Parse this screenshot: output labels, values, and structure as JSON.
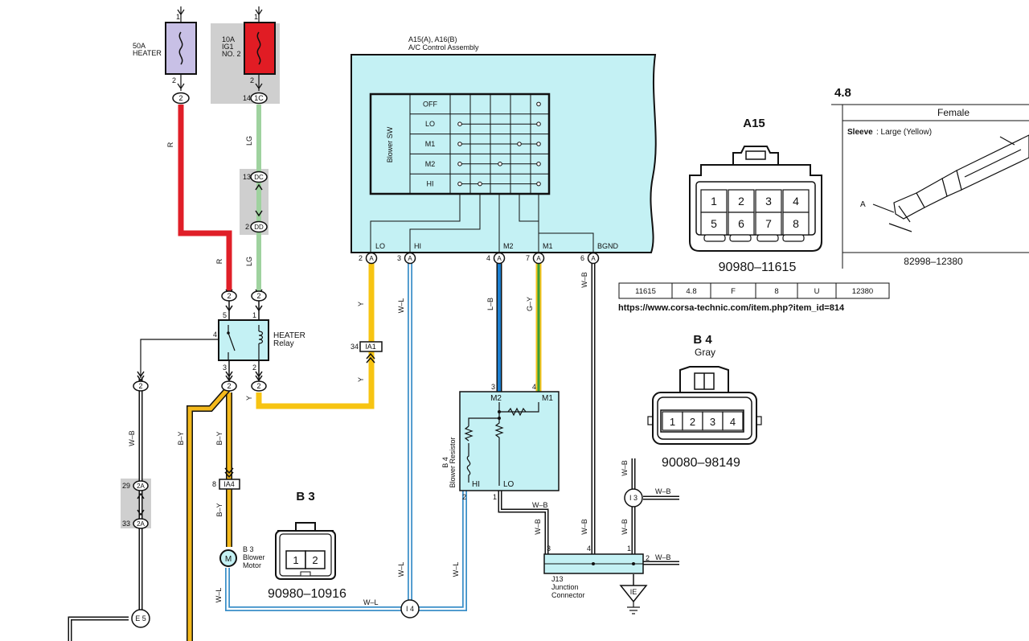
{
  "fuses": {
    "heater": {
      "label_line1": "50A",
      "label_line2": "HEATER",
      "pin_top": "1",
      "pin_bottom": "2",
      "conn": "2"
    },
    "ig1": {
      "label_line1": "10A",
      "label_line2": "IG1",
      "label_line3": "NO. 2",
      "pin_top": "1",
      "pin_bottom": "2",
      "conn": "1C",
      "conn_pin": "14"
    }
  },
  "wires": {
    "r1": "R",
    "r2": "R",
    "lg1": "LG",
    "lg2": "LG",
    "y1": "Y",
    "y2": "Y",
    "y3": "Y",
    "wl1": "W–L",
    "wl2": "W–L",
    "wl3": "W–L",
    "wl4": "W–L",
    "wl5": "W–L",
    "lb": "L–B",
    "gy": "G–Y",
    "wb1": "W–B",
    "wb2": "W–B",
    "wb3": "W–B",
    "wb4": "W–B",
    "wb5": "W–B",
    "wb6": "W–B",
    "wb7": "W–B",
    "wb8": "W–B",
    "wb9": "W–B",
    "by1": "B–Y",
    "by2": "B–Y",
    "by3": "B–Y"
  },
  "connectors": {
    "dc_pin": "13",
    "dc": "DC",
    "dd_pin": "2",
    "dd": "DD",
    "ia1_pin": "34",
    "ia1": "IA1",
    "ia4_pin": "8",
    "ia4": "IA4",
    "c2a_top_pin": "29",
    "c2a_bot_pin": "33",
    "c2a": "2A",
    "relay_in_r": "2",
    "relay_in_lg": "2",
    "relay_out_a": "2",
    "relay_out_b": "2",
    "left_conn": "2"
  },
  "ac_control": {
    "title_line1": "A15(A), A16(B)",
    "title_line2": "A/C Control Assembly",
    "switch_label": "Blower SW",
    "rows": [
      "OFF",
      "LO",
      "M1",
      "M2",
      "HI"
    ],
    "terminals": [
      {
        "pin": "2",
        "conn": "A",
        "name": "LO"
      },
      {
        "pin": "3",
        "conn": "A",
        "name": "HI"
      },
      {
        "pin": "4",
        "conn": "A",
        "name": "M2"
      },
      {
        "pin": "7",
        "conn": "A",
        "name": "M1"
      },
      {
        "pin": "6",
        "conn": "A",
        "name": "BGND"
      }
    ]
  },
  "relay": {
    "label_line1": "HEATER",
    "label_line2": "Relay",
    "pins": [
      "5",
      "1",
      "4",
      "3",
      "2"
    ]
  },
  "resistor": {
    "label_line1": "B 4",
    "label_line2": "Blower Resistor",
    "terms": [
      "M2",
      "M1",
      "HI",
      "LO"
    ],
    "pins": [
      "3",
      "4",
      "2",
      "1"
    ]
  },
  "motor": {
    "symbol": "M",
    "label_line1": "B 3",
    "label_line2": "Blower",
    "label_line3": "Motor"
  },
  "junction": {
    "name": "J13",
    "label_line1": "Junction",
    "label_line2": "Connector",
    "pins": [
      "3",
      "4",
      "1",
      "2"
    ]
  },
  "nodes": {
    "i3": "I 3",
    "i4": "I 4",
    "e5": "E 5",
    "ie": "IE"
  },
  "connector_a15": {
    "title": "A15",
    "pins_top": [
      "1",
      "2",
      "3",
      "4"
    ],
    "pins_bottom": [
      "5",
      "6",
      "7",
      "8"
    ],
    "part_number": "90980–11615"
  },
  "connector_b4": {
    "title": "B 4",
    "subtitle": "Gray",
    "pins": [
      "1",
      "2",
      "3",
      "4"
    ],
    "part_number": "90080–98149"
  },
  "connector_b3": {
    "title": "B 3",
    "pins": [
      "1",
      "2"
    ],
    "part_number": "90980–10916"
  },
  "terminal_info": {
    "size": "4.8",
    "header": "Female",
    "sleeve_label": "Sleeve",
    "sleeve_value": ": Large (Yellow)",
    "dim_label": "A",
    "part_number": "82998–12380"
  },
  "spec_table": {
    "cells": [
      "11615",
      "4.8",
      "F",
      "8",
      "U",
      "12380"
    ],
    "url": "https://www.corsa-technic.com/item.php?item_id=814"
  },
  "colors": {
    "red": "#e01f28",
    "green": "#9fd29f",
    "yellow": "#f7c412",
    "blue": "#5aaee0",
    "blue_dark": "#1b7fd0",
    "green_dark": "#3a9e38",
    "cyan_fill": "#c4f1f4",
    "fuse_purple": "#c8c0e6",
    "fuse_red": "#e11c24",
    "gray_box": "#cfcfcf"
  }
}
